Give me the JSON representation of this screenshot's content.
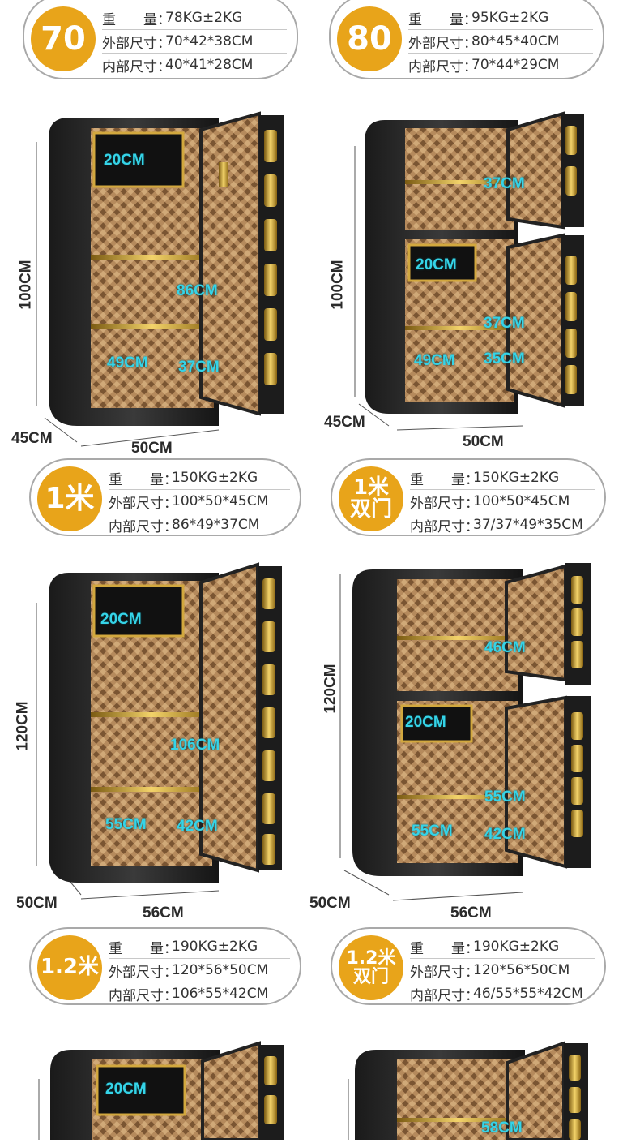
{
  "spec_cards": [
    {
      "badge": "70",
      "weight_label": "重　　量：",
      "weight": "78KG±2KG",
      "outer_label": "外部尺寸：",
      "outer": "70*42*38CM",
      "inner_label": "内部尺寸：",
      "inner": "40*41*28CM"
    },
    {
      "badge": "80",
      "weight_label": "重　　量：",
      "weight": "95KG±2KG",
      "outer_label": "外部尺寸：",
      "outer": "80*45*40CM",
      "inner_label": "内部尺寸：",
      "inner": "70*44*29CM"
    },
    {
      "badge": "1米",
      "weight_label": "重　　量：",
      "weight": "150KG±2KG",
      "outer_label": "外部尺寸：",
      "outer": "100*50*45CM",
      "inner_label": "内部尺寸：",
      "inner": "86*49*37CM"
    },
    {
      "badge": "1米双门",
      "weight_label": "重　　量：",
      "weight": "150KG±2KG",
      "outer_label": "外部尺寸：",
      "outer": "100*50*45CM",
      "inner_label": "内部尺寸：",
      "inner": "37/37*49*35CM"
    },
    {
      "badge": "1.2米",
      "weight_label": "重　　量：",
      "weight": "190KG±2KG",
      "outer_label": "外部尺寸：",
      "outer": "120*56*50CM",
      "inner_label": "内部尺寸：",
      "inner": "106*55*42CM"
    },
    {
      "badge": "1.2米双门",
      "weight_label": "重　　量：",
      "weight": "190KG±2KG",
      "outer_label": "外部尺寸：",
      "outer": "120*56*50CM",
      "inner_label": "内部尺寸：",
      "inner": "46/55*55*42CM"
    }
  ],
  "safes": [
    {
      "height": "100CM",
      "depth": "45CM",
      "width": "50CM",
      "labels": [
        "20CM",
        "86CM",
        "49CM",
        "37CM"
      ]
    },
    {
      "height": "100CM",
      "depth": "45CM",
      "width": "50CM",
      "labels": [
        "37CM",
        "20CM",
        "37CM",
        "49CM",
        "35CM"
      ]
    },
    {
      "height": "120CM",
      "depth": "50CM",
      "width": "56CM",
      "labels": [
        "20CM",
        "106CM",
        "55CM",
        "42CM"
      ]
    },
    {
      "height": "120CM",
      "depth": "50CM",
      "width": "56CM",
      "labels": [
        "46CM",
        "20CM",
        "55CM",
        "55CM",
        "42CM"
      ]
    },
    {
      "labels": [
        "20CM"
      ]
    },
    {
      "labels": [
        "58CM"
      ]
    }
  ]
}
